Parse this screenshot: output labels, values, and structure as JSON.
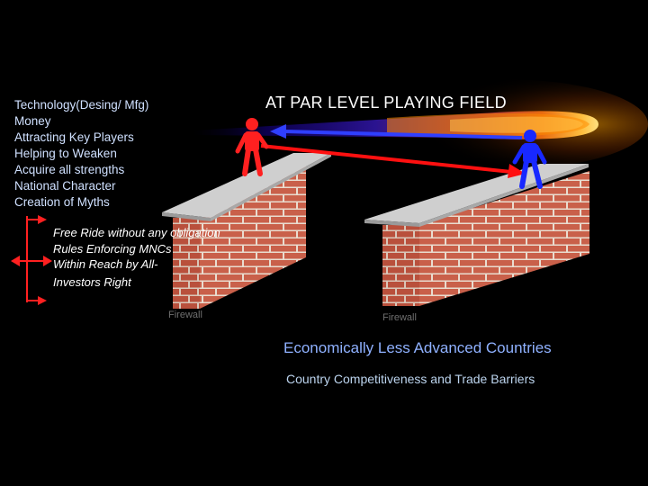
{
  "title": "AT PAR LEVEL PLAYING FIELD",
  "factors": [
    "Technology(Desing/ Mfg)",
    "Money",
    "Attracting Key Players",
    "Helping to Weaken",
    "Acquire all strengths",
    "National Character",
    "Creation of Myths"
  ],
  "rules": [
    "Free Ride without any obligation",
    "Rules Enforcing MNCs",
    "Within Reach by All-",
    "Investors Right"
  ],
  "firewall_left": "Firewall",
  "firewall_right": "Firewall",
  "subtitle": "Economically Less Advanced Countries",
  "caption": "Country Competitiveness and Trade Barriers",
  "colors": {
    "background": "#000000",
    "arrow_red": "#ff1010",
    "arrow_blue": "#2f3fff",
    "figure_red": "#ff2020",
    "figure_blue": "#1828ff",
    "brick": "#c9604a",
    "mortar": "#e8d9cf",
    "wall_top": "#c8c8c8",
    "glow": "#ff8a00"
  },
  "icons": [
    "red-person-icon",
    "blue-person-icon",
    "brick-wall-icon",
    "arrow-icon"
  ]
}
